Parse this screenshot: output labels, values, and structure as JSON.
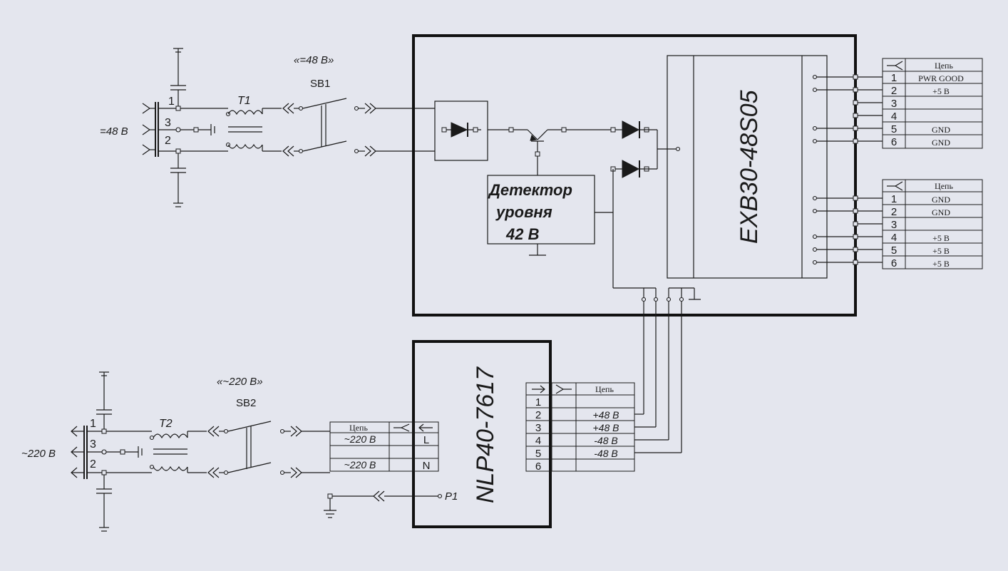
{
  "labels": {
    "input48": "=48 В",
    "switch48_note": "«=48 В»",
    "sb1": "SB1",
    "t1": "T1",
    "input220": "~220 В",
    "switch220_note": "«~220 В»",
    "sb2": "SB2",
    "t2": "T2",
    "detector_line1": "Детектор",
    "detector_line2": "уровня",
    "detector_line3": "42 В",
    "exb": "EXB30-48S05",
    "nlp": "NLP40-7617",
    "p1": "P1"
  },
  "connector_pins_top": [
    "1",
    "3",
    "2"
  ],
  "connector_pins_bottom": [
    "1",
    "3",
    "2"
  ],
  "table1": {
    "header": "Цепь",
    "rows": [
      {
        "pin": "1",
        "net": "PWR GOOD"
      },
      {
        "pin": "2",
        "net": "+5 В"
      },
      {
        "pin": "3",
        "net": ""
      },
      {
        "pin": "4",
        "net": ""
      },
      {
        "pin": "5",
        "net": "GND"
      },
      {
        "pin": "6",
        "net": "GND"
      }
    ]
  },
  "table2": {
    "header": "Цепь",
    "rows": [
      {
        "pin": "1",
        "net": "GND"
      },
      {
        "pin": "2",
        "net": "GND"
      },
      {
        "pin": "3",
        "net": ""
      },
      {
        "pin": "4",
        "net": "+5 В"
      },
      {
        "pin": "5",
        "net": "+5 В"
      },
      {
        "pin": "6",
        "net": "+5 В"
      }
    ]
  },
  "table_nlp_out": {
    "header": "Цепь",
    "rows": [
      {
        "pin": "1",
        "net": ""
      },
      {
        "pin": "2",
        "net": "+48 В"
      },
      {
        "pin": "3",
        "net": "+48 В"
      },
      {
        "pin": "4",
        "net": "-48 В"
      },
      {
        "pin": "5",
        "net": "-48 В"
      },
      {
        "pin": "6",
        "net": ""
      }
    ]
  },
  "table_nlp_in": {
    "header": "Цепь",
    "rows": [
      {
        "net": "~220 В",
        "pin": "L"
      },
      {
        "net": "",
        "pin": ""
      },
      {
        "net": "~220 В",
        "pin": "N"
      }
    ]
  },
  "colors": {
    "background": "#e4e6ee",
    "line": "#1a1a1a"
  }
}
